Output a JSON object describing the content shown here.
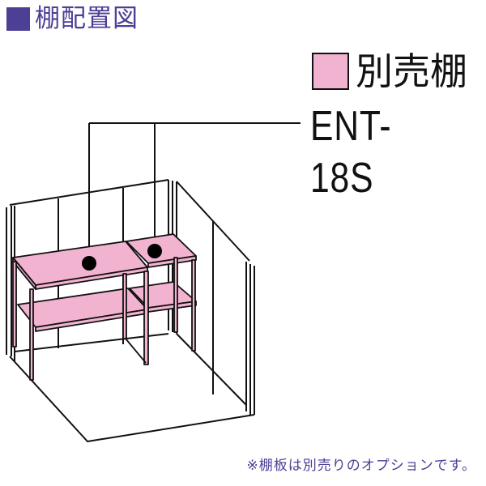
{
  "header": {
    "title": "棚配置図",
    "title_color": "#4b3f96"
  },
  "legend": {
    "label": "別売棚",
    "swatch_color": "#f2b3d1",
    "model": "ENT-18S"
  },
  "footnote": "※棚板は別売りのオプションです。",
  "colors": {
    "shelf_fill": "#f2b3d1",
    "line": "#111111",
    "accent": "#4b3f96"
  }
}
